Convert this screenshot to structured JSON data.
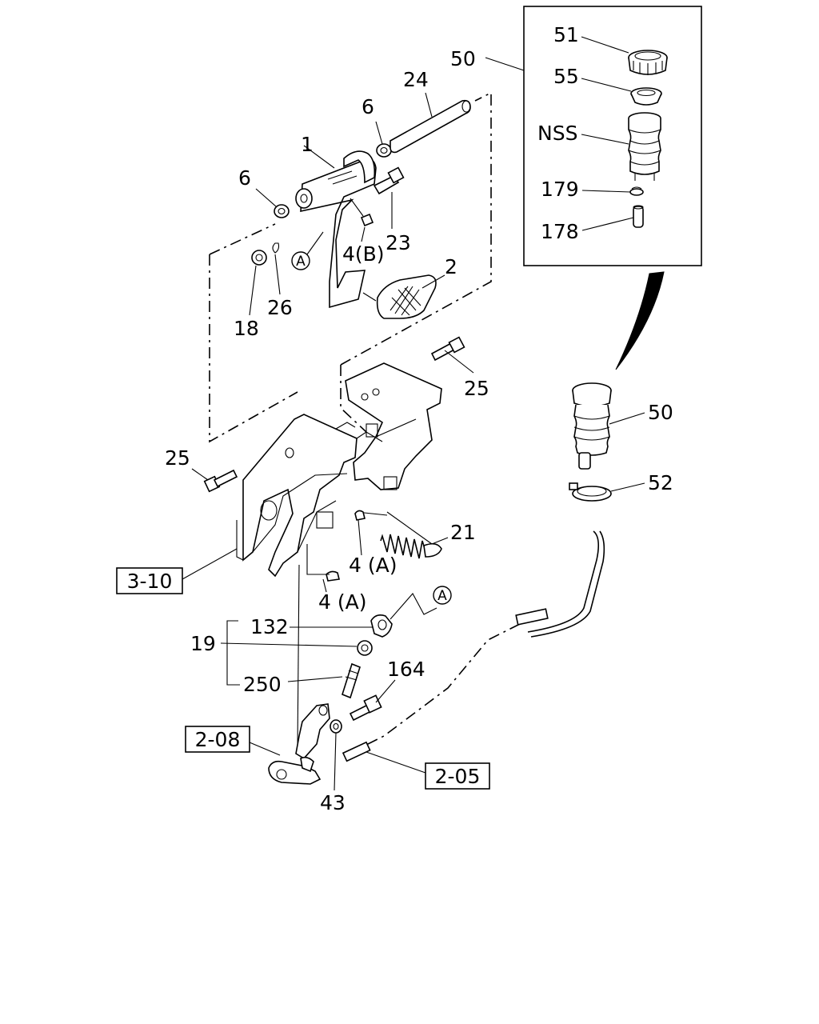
{
  "callouts": {
    "c50_top": "50",
    "c51": "51",
    "c55": "55",
    "cNSS": "NSS",
    "c179": "179",
    "c178": "178",
    "c24": "24",
    "c6_right": "6",
    "c1": "1",
    "c6_left": "6",
    "c23": "23",
    "c4B": "4(B)",
    "c2": "2",
    "c26": "26",
    "c18": "18",
    "c25_right": "25",
    "c25_left": "25",
    "c50_mid": "50",
    "c52": "52",
    "c21": "21",
    "c4A_upper": "4 (A)",
    "c4A_lower": "4 (A)",
    "c132": "132",
    "c19": "19",
    "c250": "250",
    "c164": "164",
    "c43": "43"
  },
  "circle_markers": {
    "a_upper": "A",
    "a_lower": "A"
  },
  "reference_boxes": {
    "ref_3_10": "3-10",
    "ref_2_08": "2-08",
    "ref_2_05": "2-05"
  }
}
